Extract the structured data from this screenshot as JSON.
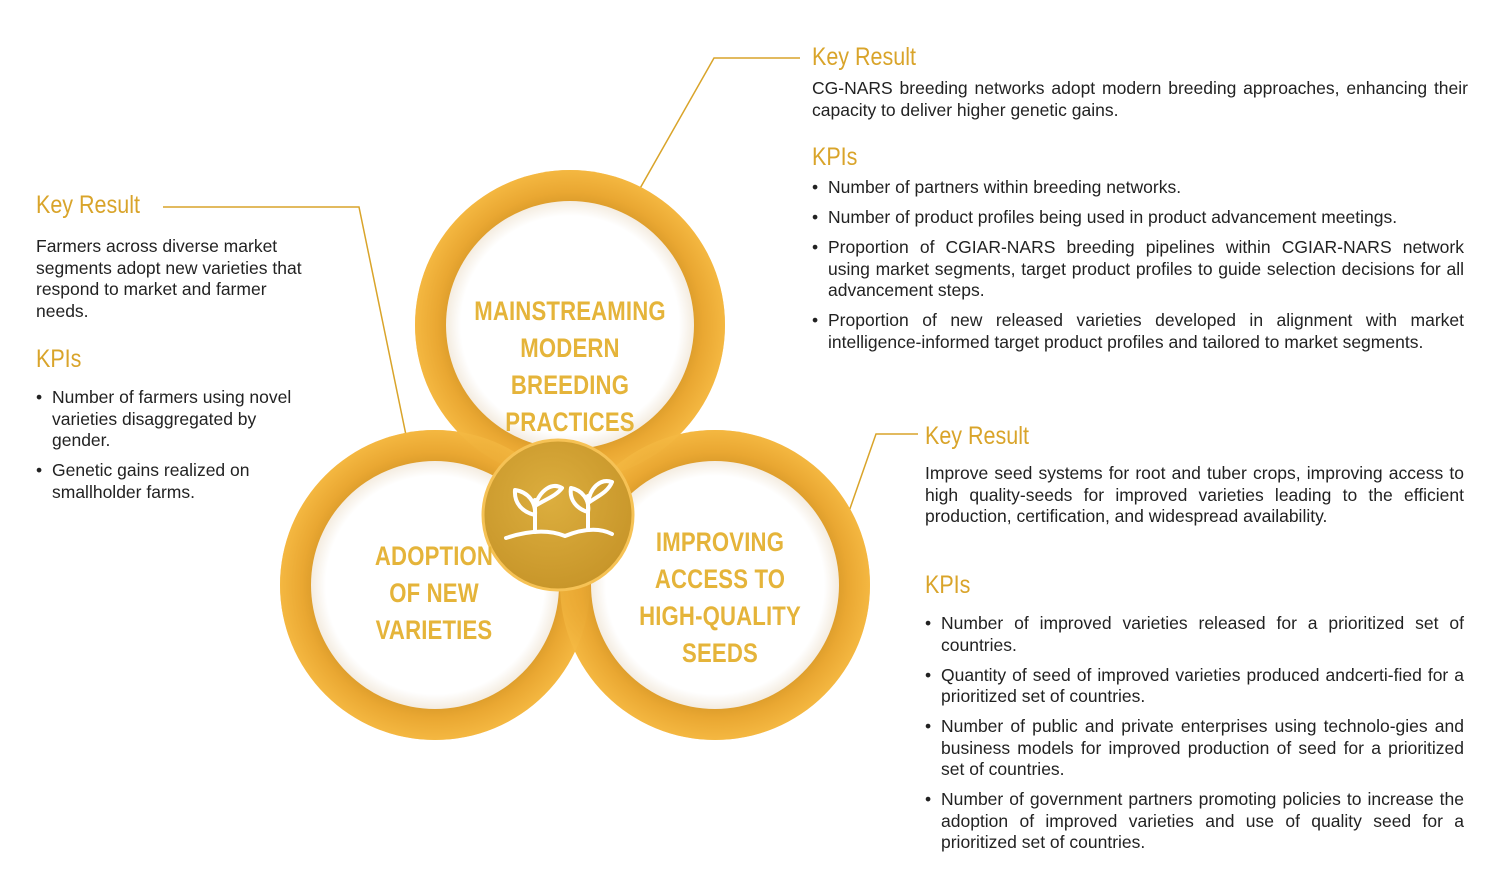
{
  "colors": {
    "accent": "#d9a42a",
    "ring": "#f2b23c",
    "ring_dark": "#c98a1c",
    "hub": "#d6a534",
    "label": "#e5b43a",
    "text": "#222222"
  },
  "circles": {
    "top": {
      "lines": [
        "MAINSTREAMING",
        "MODERN BREEDING",
        "PRACTICES"
      ]
    },
    "left": {
      "lines": [
        "ADOPTION",
        "OF NEW",
        "VARIETIES"
      ]
    },
    "right": {
      "lines": [
        "IMPROVING",
        "ACCESS TO",
        "HIGH-QUALITY",
        "SEEDS"
      ]
    },
    "hub_icon": "sprouting-seedlings-icon"
  },
  "left_panel": {
    "key_result_heading": "Key Result",
    "key_result_text": "Farmers across diverse market segments adopt new varieties that respond to market and farmer needs.",
    "kpis_heading": "KPIs",
    "kpis": [
      "Number of farmers using novel varieties disaggregated by gender.",
      "Genetic gains realized on smallholder farms."
    ]
  },
  "top_right_panel": {
    "key_result_heading": "Key Result",
    "key_result_text": "CG-NARS breeding networks adopt modern breeding approaches, enhancing their capacity to deliver higher genetic gains.",
    "kpis_heading": "KPIs",
    "kpis": [
      "Number of partners within breeding networks.",
      "Number of product profiles being used in product advancement meetings.",
      "Proportion of CGIAR-NARS breeding pipelines within CGIAR-NARS network using market segments, target product profiles to guide selection decisions for all advancement steps.",
      "Proportion of new released varieties developed in alignment with market intelligence-informed target product profiles and tailored to market segments."
    ]
  },
  "bottom_right_panel": {
    "key_result_heading": "Key Result",
    "key_result_text": "Improve seed systems for root and tuber crops, improving access to high quality-seeds for improved varieties leading to the efficient production, certification, and widespread availability.",
    "kpis_heading": "KPIs",
    "kpis": [
      "Number of improved varieties released for a prioritized set of countries.",
      "Quantity of seed of improved varieties produced andcerti-fied for a prioritized set of countries.",
      "Number of public and private enterprises using technolo-gies and business models for improved production of seed for a prioritized set of countries.",
      "Number of government partners promoting policies to increase the adoption of improved varieties and use of quality seed for a prioritized set of countries."
    ]
  }
}
